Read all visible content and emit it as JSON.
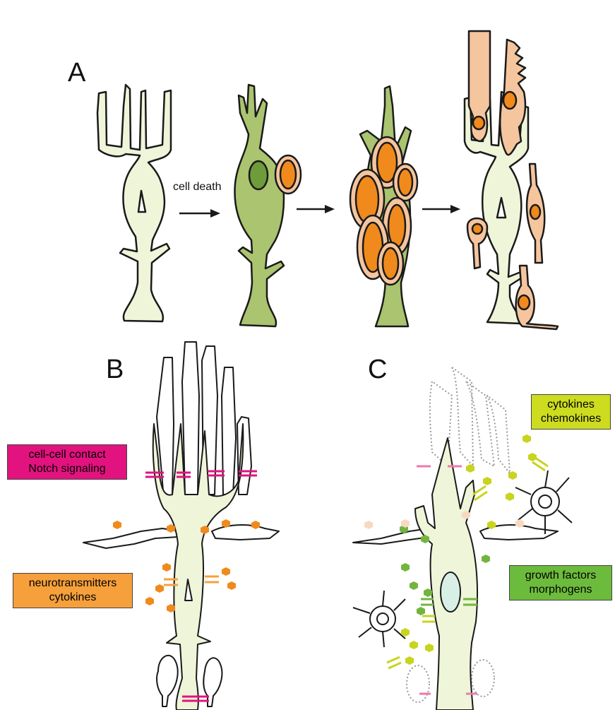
{
  "panels": {
    "a": "A",
    "b": "B",
    "c": "C"
  },
  "arrow_label": "cell death",
  "box_contact": {
    "line1": "cell-cell contact",
    "line2": "Notch signaling",
    "color": "#e2127f"
  },
  "box_neuro": {
    "line1": "neurotransmitters",
    "line2": "cytokines",
    "color": "#f6a03c"
  },
  "box_cyto": {
    "line1": "cytokines",
    "line2": "chemokines",
    "color": "#cddc1f"
  },
  "box_growth": {
    "line1": "growth factors",
    "line2": "morphogens",
    "color": "#6dbb3d"
  },
  "colors": {
    "muller_pale": "#eef5d9",
    "muller_green": "#aac46f",
    "nucleus_green": "#6e9c3a",
    "progenitor_fill": "#f5c59e",
    "progenitor_nucleus": "#f08a1c",
    "contact_mark": "#e2127f",
    "neurotransmitter": "#f08a1c",
    "growth_factor": "#73b43e",
    "chemokine": "#c8d41e"
  }
}
